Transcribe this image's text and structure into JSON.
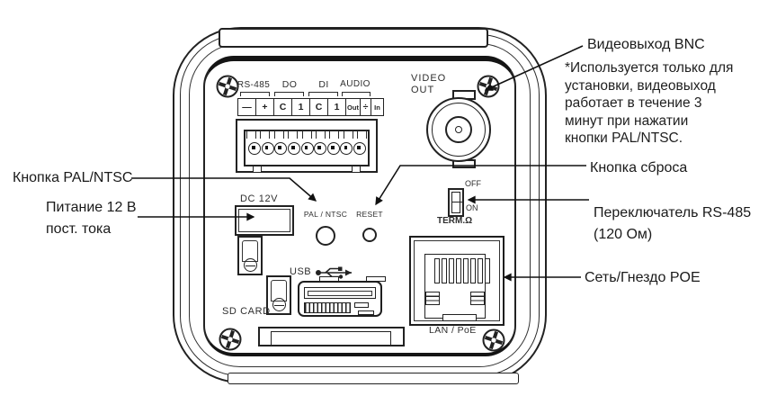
{
  "colors": {
    "line": "#1a1a1a",
    "text": "#1a1a1a",
    "background": "#ffffff"
  },
  "annotations": {
    "pal_button_label": "Кнопка PAL/NTSC",
    "power_label_lines": [
      "Питание 12 В",
      "пост. тока"
    ],
    "bnc_label": "Видеовыход BNC",
    "bnc_note_lines": [
      "*Используется только для",
      "установки, видеовыход",
      "работает в течение 3",
      "минут при нажатии",
      "кнопки  PAL/NTSC."
    ],
    "reset_label": "Кнопка сброса",
    "rs485_label_lines": [
      "Переключатель RS-485",
      "(120 Ом)"
    ],
    "poe_label": "Сеть/Гнездо POE"
  },
  "panel": {
    "terminal_groups": [
      "RS-485",
      "DO",
      "DI",
      "AUDIO"
    ],
    "terminal_cells": [
      "—",
      "+",
      "C",
      "1",
      "C",
      "1",
      "Out",
      "÷",
      "In"
    ],
    "video_out_lines": [
      "VIDEO",
      "OUT"
    ],
    "dc_label": "DC 12V",
    "pal_ntsc_label": "PAL / NTSC",
    "reset_label": "RESET",
    "switch_off": "OFF",
    "switch_on": "ON",
    "switch_term": "TERM.Ω",
    "usb_label": "USB",
    "sd_label": "SD CARD",
    "lan_label": "LAN / PoE"
  }
}
